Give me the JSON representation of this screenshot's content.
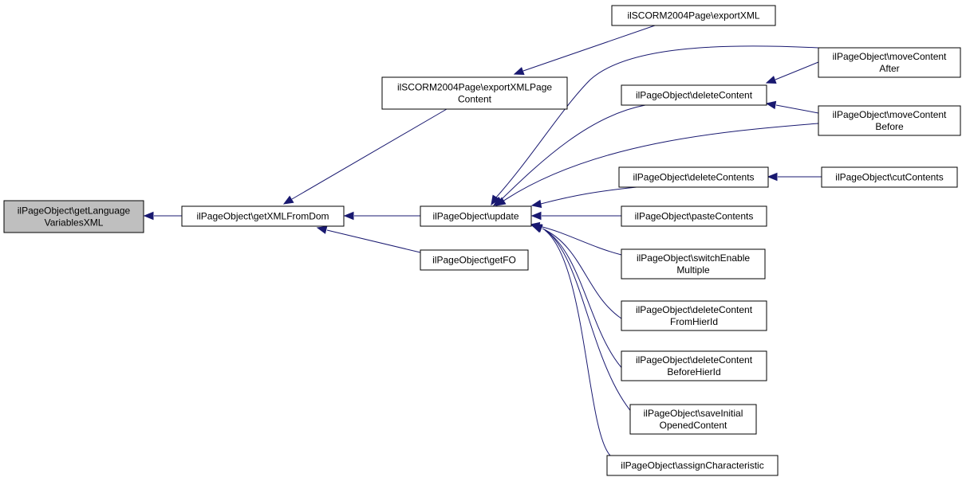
{
  "diagram": {
    "nodes": [
      {
        "id": "root",
        "lines": [
          "ilPageObject\\getLanguage",
          "VariablesXML"
        ],
        "highlight": true
      },
      {
        "id": "getXMLFromDom",
        "lines": [
          "ilPageObject\\getXMLFromDom"
        ]
      },
      {
        "id": "exportXMLPageContent",
        "lines": [
          "ilSCORM2004Page\\exportXMLPage",
          "Content"
        ]
      },
      {
        "id": "update",
        "lines": [
          "ilPageObject\\update"
        ]
      },
      {
        "id": "getFO",
        "lines": [
          "ilPageObject\\getFO"
        ]
      },
      {
        "id": "exportXML",
        "lines": [
          "ilSCORM2004Page\\exportXML"
        ]
      },
      {
        "id": "deleteContent",
        "lines": [
          "ilPageObject\\deleteContent"
        ]
      },
      {
        "id": "deleteContents",
        "lines": [
          "ilPageObject\\deleteContents"
        ]
      },
      {
        "id": "pasteContents",
        "lines": [
          "ilPageObject\\pasteContents"
        ]
      },
      {
        "id": "switchEnableMultiple",
        "lines": [
          "ilPageObject\\switchEnable",
          "Multiple"
        ]
      },
      {
        "id": "deleteContentFromHierId",
        "lines": [
          "ilPageObject\\deleteContent",
          "FromHierId"
        ]
      },
      {
        "id": "deleteContentBeforeHierId",
        "lines": [
          "ilPageObject\\deleteContent",
          "BeforeHierId"
        ]
      },
      {
        "id": "saveInitialOpenedContent",
        "lines": [
          "ilPageObject\\saveInitial",
          "OpenedContent"
        ]
      },
      {
        "id": "assignCharacteristic",
        "lines": [
          "ilPageObject\\assignCharacteristic"
        ]
      },
      {
        "id": "moveContentAfter",
        "lines": [
          "ilPageObject\\moveContent",
          "After"
        ]
      },
      {
        "id": "moveContentBefore",
        "lines": [
          "ilPageObject\\moveContent",
          "Before"
        ]
      },
      {
        "id": "cutContents",
        "lines": [
          "ilPageObject\\cutContents"
        ]
      }
    ],
    "edges": [
      {
        "from": "getXMLFromDom",
        "to": "root"
      },
      {
        "from": "exportXMLPageContent",
        "to": "getXMLFromDom"
      },
      {
        "from": "update",
        "to": "getXMLFromDom"
      },
      {
        "from": "getFO",
        "to": "getXMLFromDom"
      },
      {
        "from": "exportXML",
        "to": "exportXMLPageContent"
      },
      {
        "from": "moveContentAfter",
        "to": "update"
      },
      {
        "from": "deleteContent",
        "to": "update"
      },
      {
        "from": "moveContentBefore",
        "to": "update"
      },
      {
        "from": "deleteContents",
        "to": "update"
      },
      {
        "from": "pasteContents",
        "to": "update"
      },
      {
        "from": "switchEnableMultiple",
        "to": "update"
      },
      {
        "from": "deleteContentFromHierId",
        "to": "update"
      },
      {
        "from": "deleteContentBeforeHierId",
        "to": "update"
      },
      {
        "from": "saveInitialOpenedContent",
        "to": "update"
      },
      {
        "from": "assignCharacteristic",
        "to": "update"
      },
      {
        "from": "moveContentAfter",
        "to": "deleteContent"
      },
      {
        "from": "moveContentBefore",
        "to": "deleteContent"
      },
      {
        "from": "cutContents",
        "to": "deleteContents"
      }
    ]
  }
}
